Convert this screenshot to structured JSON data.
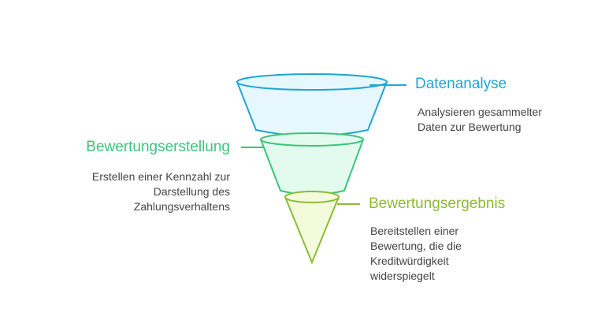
{
  "stages": [
    {
      "title": "Datenanalyse",
      "description": [
        "Analysieren gesammelter",
        "Daten zur Bewertung"
      ],
      "color": "#1fa6d6",
      "fill": "#e6f7fd"
    },
    {
      "title": "Bewertungserstellung",
      "description": [
        "Erstellen einer Kennzahl zur",
        "Darstellung des",
        "Zahlungsverhaltens"
      ],
      "color": "#3cc47c",
      "fill": "#e3fbee"
    },
    {
      "title": "Bewertungsergebnis",
      "description": [
        "Bereitstellen einer",
        "Bewertung, die die",
        "Kreditwürdigkeit",
        "widerspiegelt"
      ],
      "color": "#8cbb35",
      "fill": "#f3fbdc"
    }
  ]
}
